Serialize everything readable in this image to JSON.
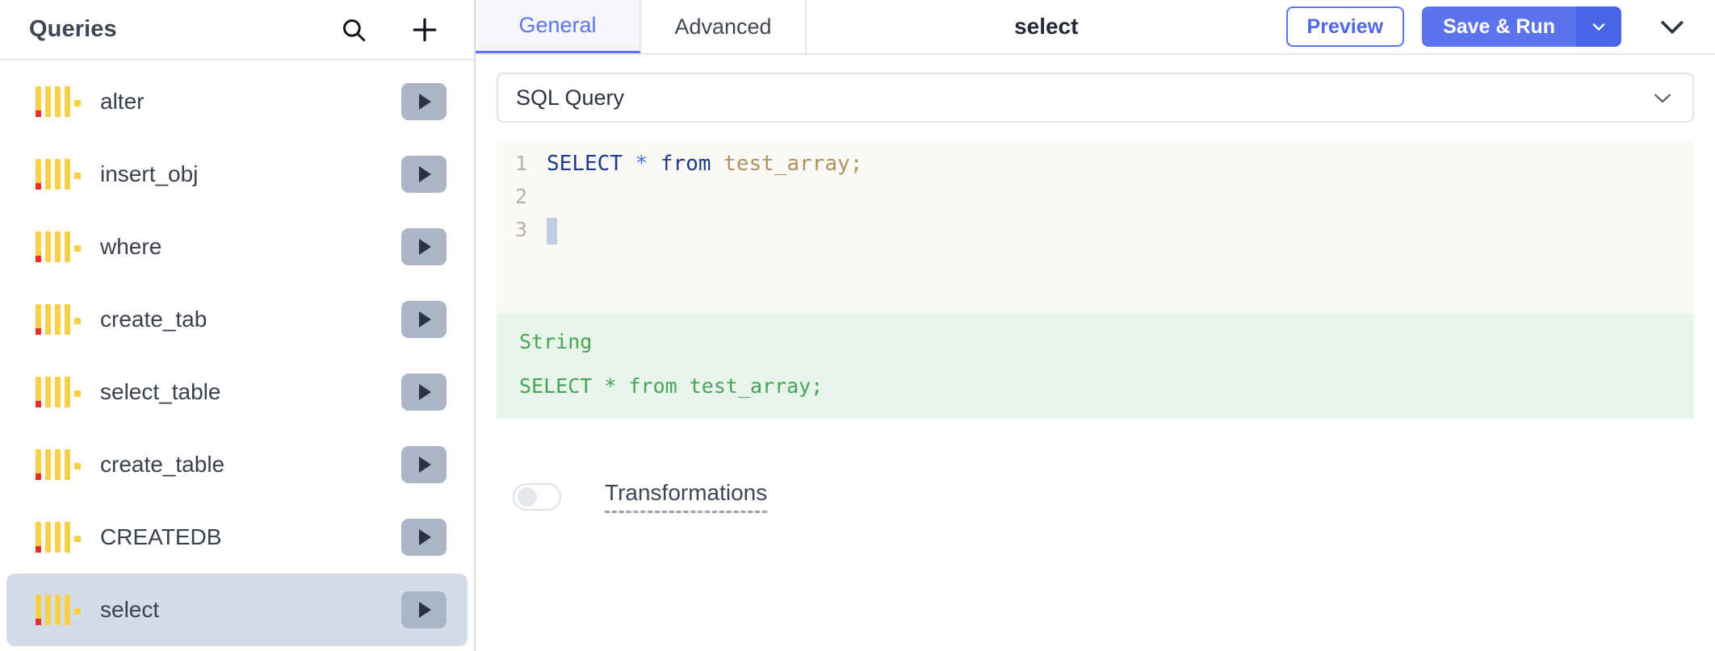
{
  "sidebar": {
    "title": "Queries",
    "search_icon": "search-icon",
    "add_icon": "plus-icon",
    "items": [
      {
        "label": "alter",
        "icon": "query-bars-icon",
        "run_icon": "play-icon",
        "selected": false
      },
      {
        "label": "insert_obj",
        "icon": "query-bars-icon",
        "run_icon": "play-icon",
        "selected": false
      },
      {
        "label": "where",
        "icon": "query-bars-icon",
        "run_icon": "play-icon",
        "selected": false
      },
      {
        "label": "create_tab",
        "icon": "query-bars-icon",
        "run_icon": "play-icon",
        "selected": false
      },
      {
        "label": "select_table",
        "icon": "query-bars-icon",
        "run_icon": "play-icon",
        "selected": false
      },
      {
        "label": "create_table",
        "icon": "query-bars-icon",
        "run_icon": "play-icon",
        "selected": false
      },
      {
        "label": "CREATEDB",
        "icon": "query-bars-icon",
        "run_icon": "play-icon",
        "selected": false
      },
      {
        "label": "select",
        "icon": "query-bars-icon",
        "run_icon": "play-icon",
        "selected": true
      }
    ]
  },
  "toolbar": {
    "tabs": [
      {
        "label": "General",
        "active": true
      },
      {
        "label": "Advanced",
        "active": false
      }
    ],
    "title": "select",
    "preview_label": "Preview",
    "save_run_label": "Save & Run",
    "save_run_caret_icon": "chevron-down-icon",
    "collapse_icon": "chevron-down-icon"
  },
  "query_type": {
    "value": "SQL Query",
    "caret_icon": "chevron-down-icon",
    "options": [
      "SQL Query"
    ]
  },
  "editor": {
    "lines": [
      {
        "no": "1",
        "text": "SELECT * from test_array;"
      },
      {
        "no": "2",
        "text": ""
      },
      {
        "no": "3",
        "text": ""
      }
    ],
    "tokens_line1": {
      "keyword_select": "SELECT",
      "star": "*",
      "keyword_from": "from",
      "identifier": "test_array",
      "semicolon": ";"
    },
    "cursor_line": 3
  },
  "result": {
    "type_label": "String",
    "value": "SELECT * from test_array;"
  },
  "transformations": {
    "label": "Transformations",
    "enabled": false
  },
  "colors": {
    "accent": "#5b74ee",
    "selected_row": "#d3dce9",
    "result_bg": "#e7f4e9",
    "result_fg": "#47a356",
    "editor_bg": "#faf9f6",
    "icon_yellow": "#f8cf46",
    "icon_red": "#e8302a"
  }
}
